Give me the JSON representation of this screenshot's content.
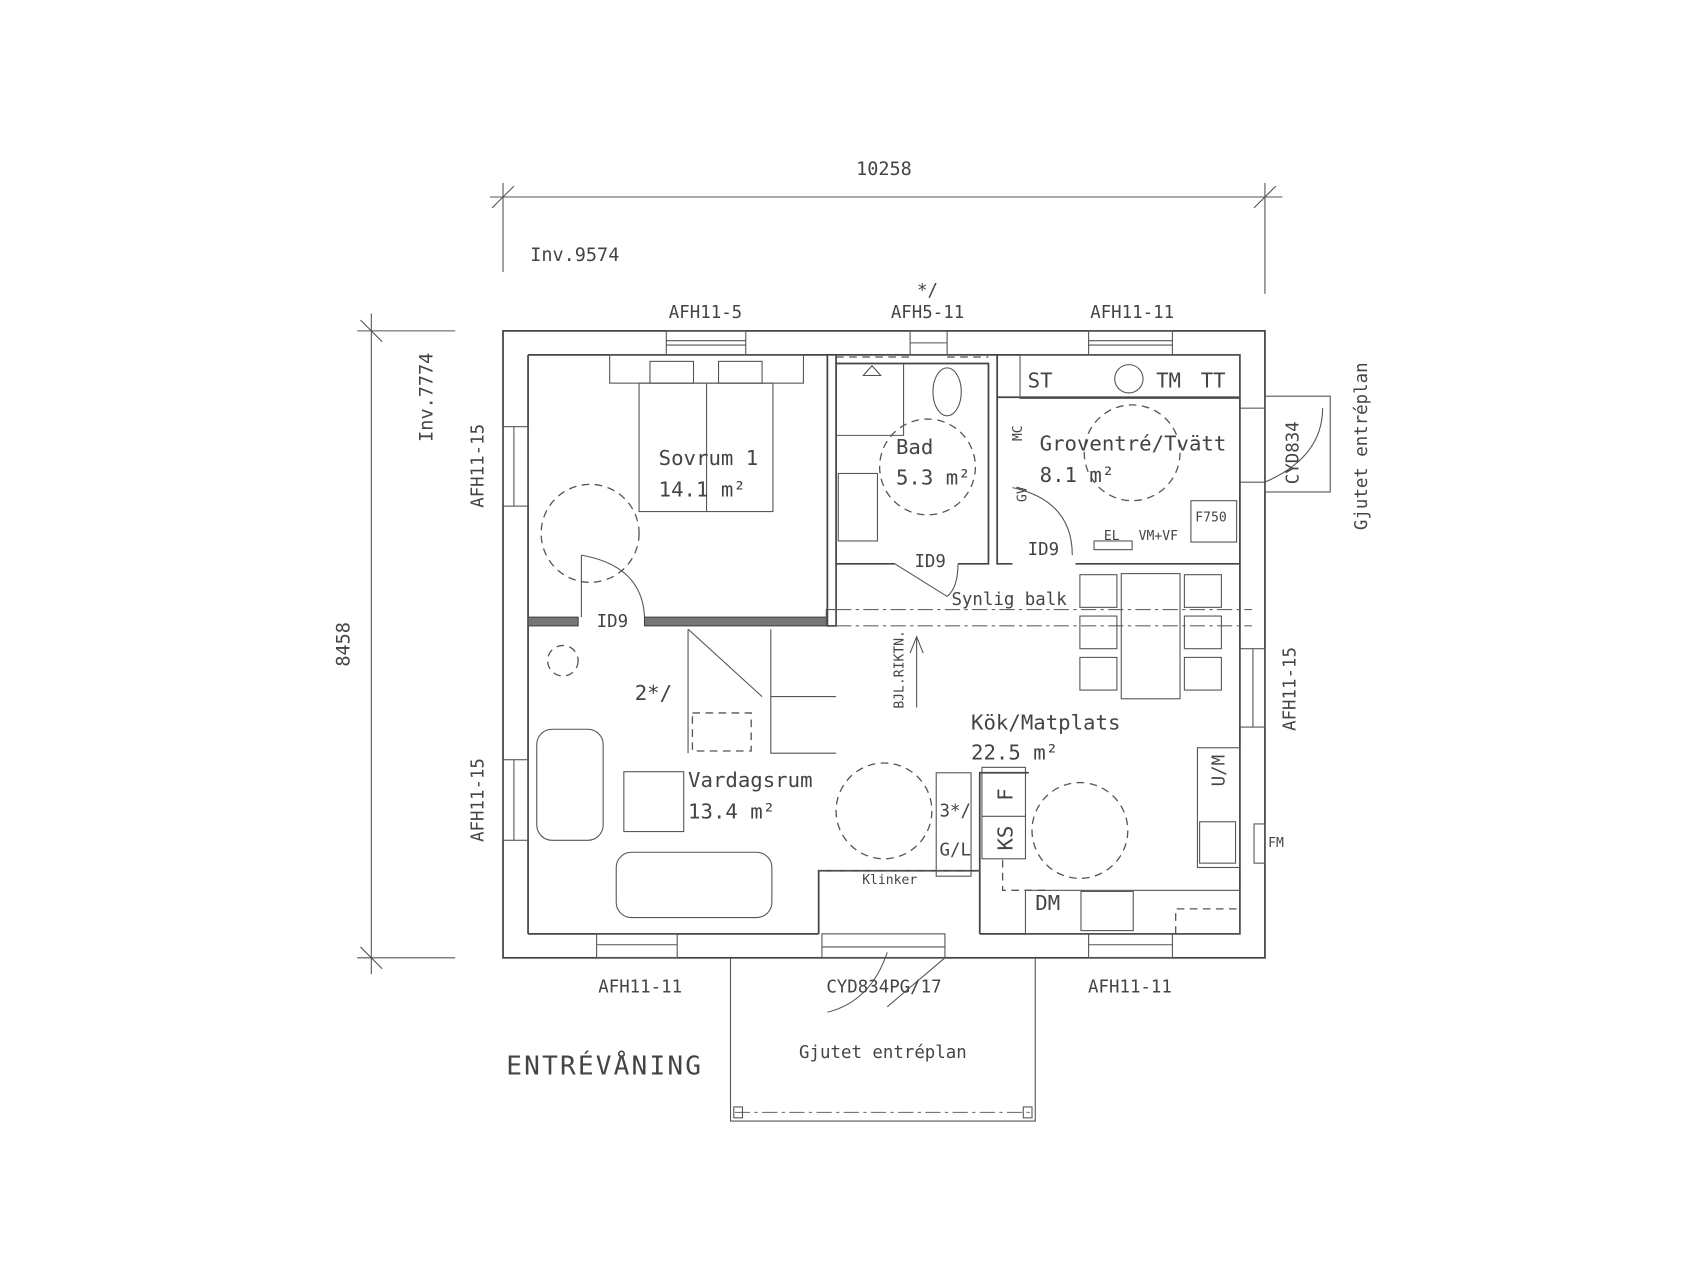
{
  "title": "ENTRÉVÅNING",
  "dimensions": {
    "width": "10258",
    "height": "8458",
    "inner_width": "Inv.9574",
    "inner_height": "Inv.7774"
  },
  "windows": {
    "top_left": "AFH11-5",
    "top_mid_mark": "*/",
    "top_mid": "AFH5-11",
    "top_right": "AFH11-11",
    "left_top": "AFH11-15",
    "left_bottom": "AFH11-15",
    "right": "AFH11-15",
    "side_door": "CYD834",
    "bottom_left": "AFH11-11",
    "bottom_door": "CYD834PG/17",
    "bottom_right": "AFH11-11"
  },
  "rooms": [
    {
      "name": "Sovrum 1",
      "area": "14.1 m²"
    },
    {
      "name": "Bad",
      "area": "5.3 m²"
    },
    {
      "name": "Groventré/Tvätt",
      "area": "8.1 m²"
    },
    {
      "name": "Kök/Matplats",
      "area": "22.5 m²"
    },
    {
      "name": "Vardagsrum",
      "area": "13.4 m²"
    }
  ],
  "fixtures": {
    "st": "ST",
    "tm": "TM",
    "tt": "TT",
    "mc": "MC",
    "gv": "GV",
    "f750": "F750",
    "el": "EL",
    "vmvf": "VM+VF",
    "door_bed": "ID9",
    "door_bath": "ID9",
    "door_grov": "ID9",
    "beam": "Synlig balk",
    "joist": "BJL.RIKTN.",
    "stair": "2*/",
    "closet_mark": "3*/",
    "gl": "G/L",
    "f": "F",
    "ks": "KS",
    "um": "U/M",
    "fm": "FM",
    "dm": "DM",
    "klinker": "Klinker"
  },
  "outside": {
    "side": "Gjutet entréplan",
    "front": "Gjutet entréplan"
  }
}
